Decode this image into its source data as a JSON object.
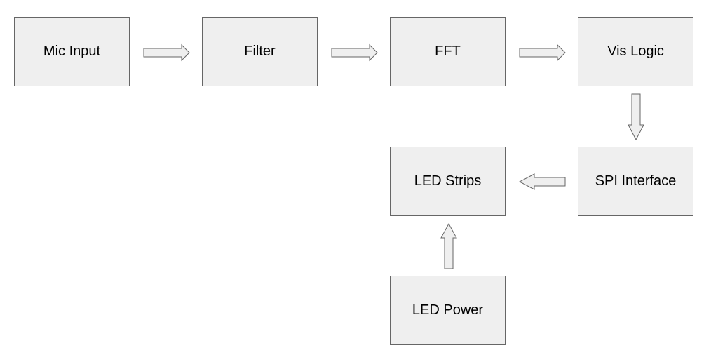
{
  "diagram": {
    "colors": {
      "block_fill": "#efefef",
      "block_border": "#666666",
      "text": "#000000"
    },
    "blocks": {
      "mic_input": "Mic Input",
      "filter": "Filter",
      "fft": "FFT",
      "vis_logic": "Vis Logic",
      "spi_interface": "SPI Interface",
      "led_strips": "LED Strips",
      "led_power": "LED Power"
    }
  }
}
